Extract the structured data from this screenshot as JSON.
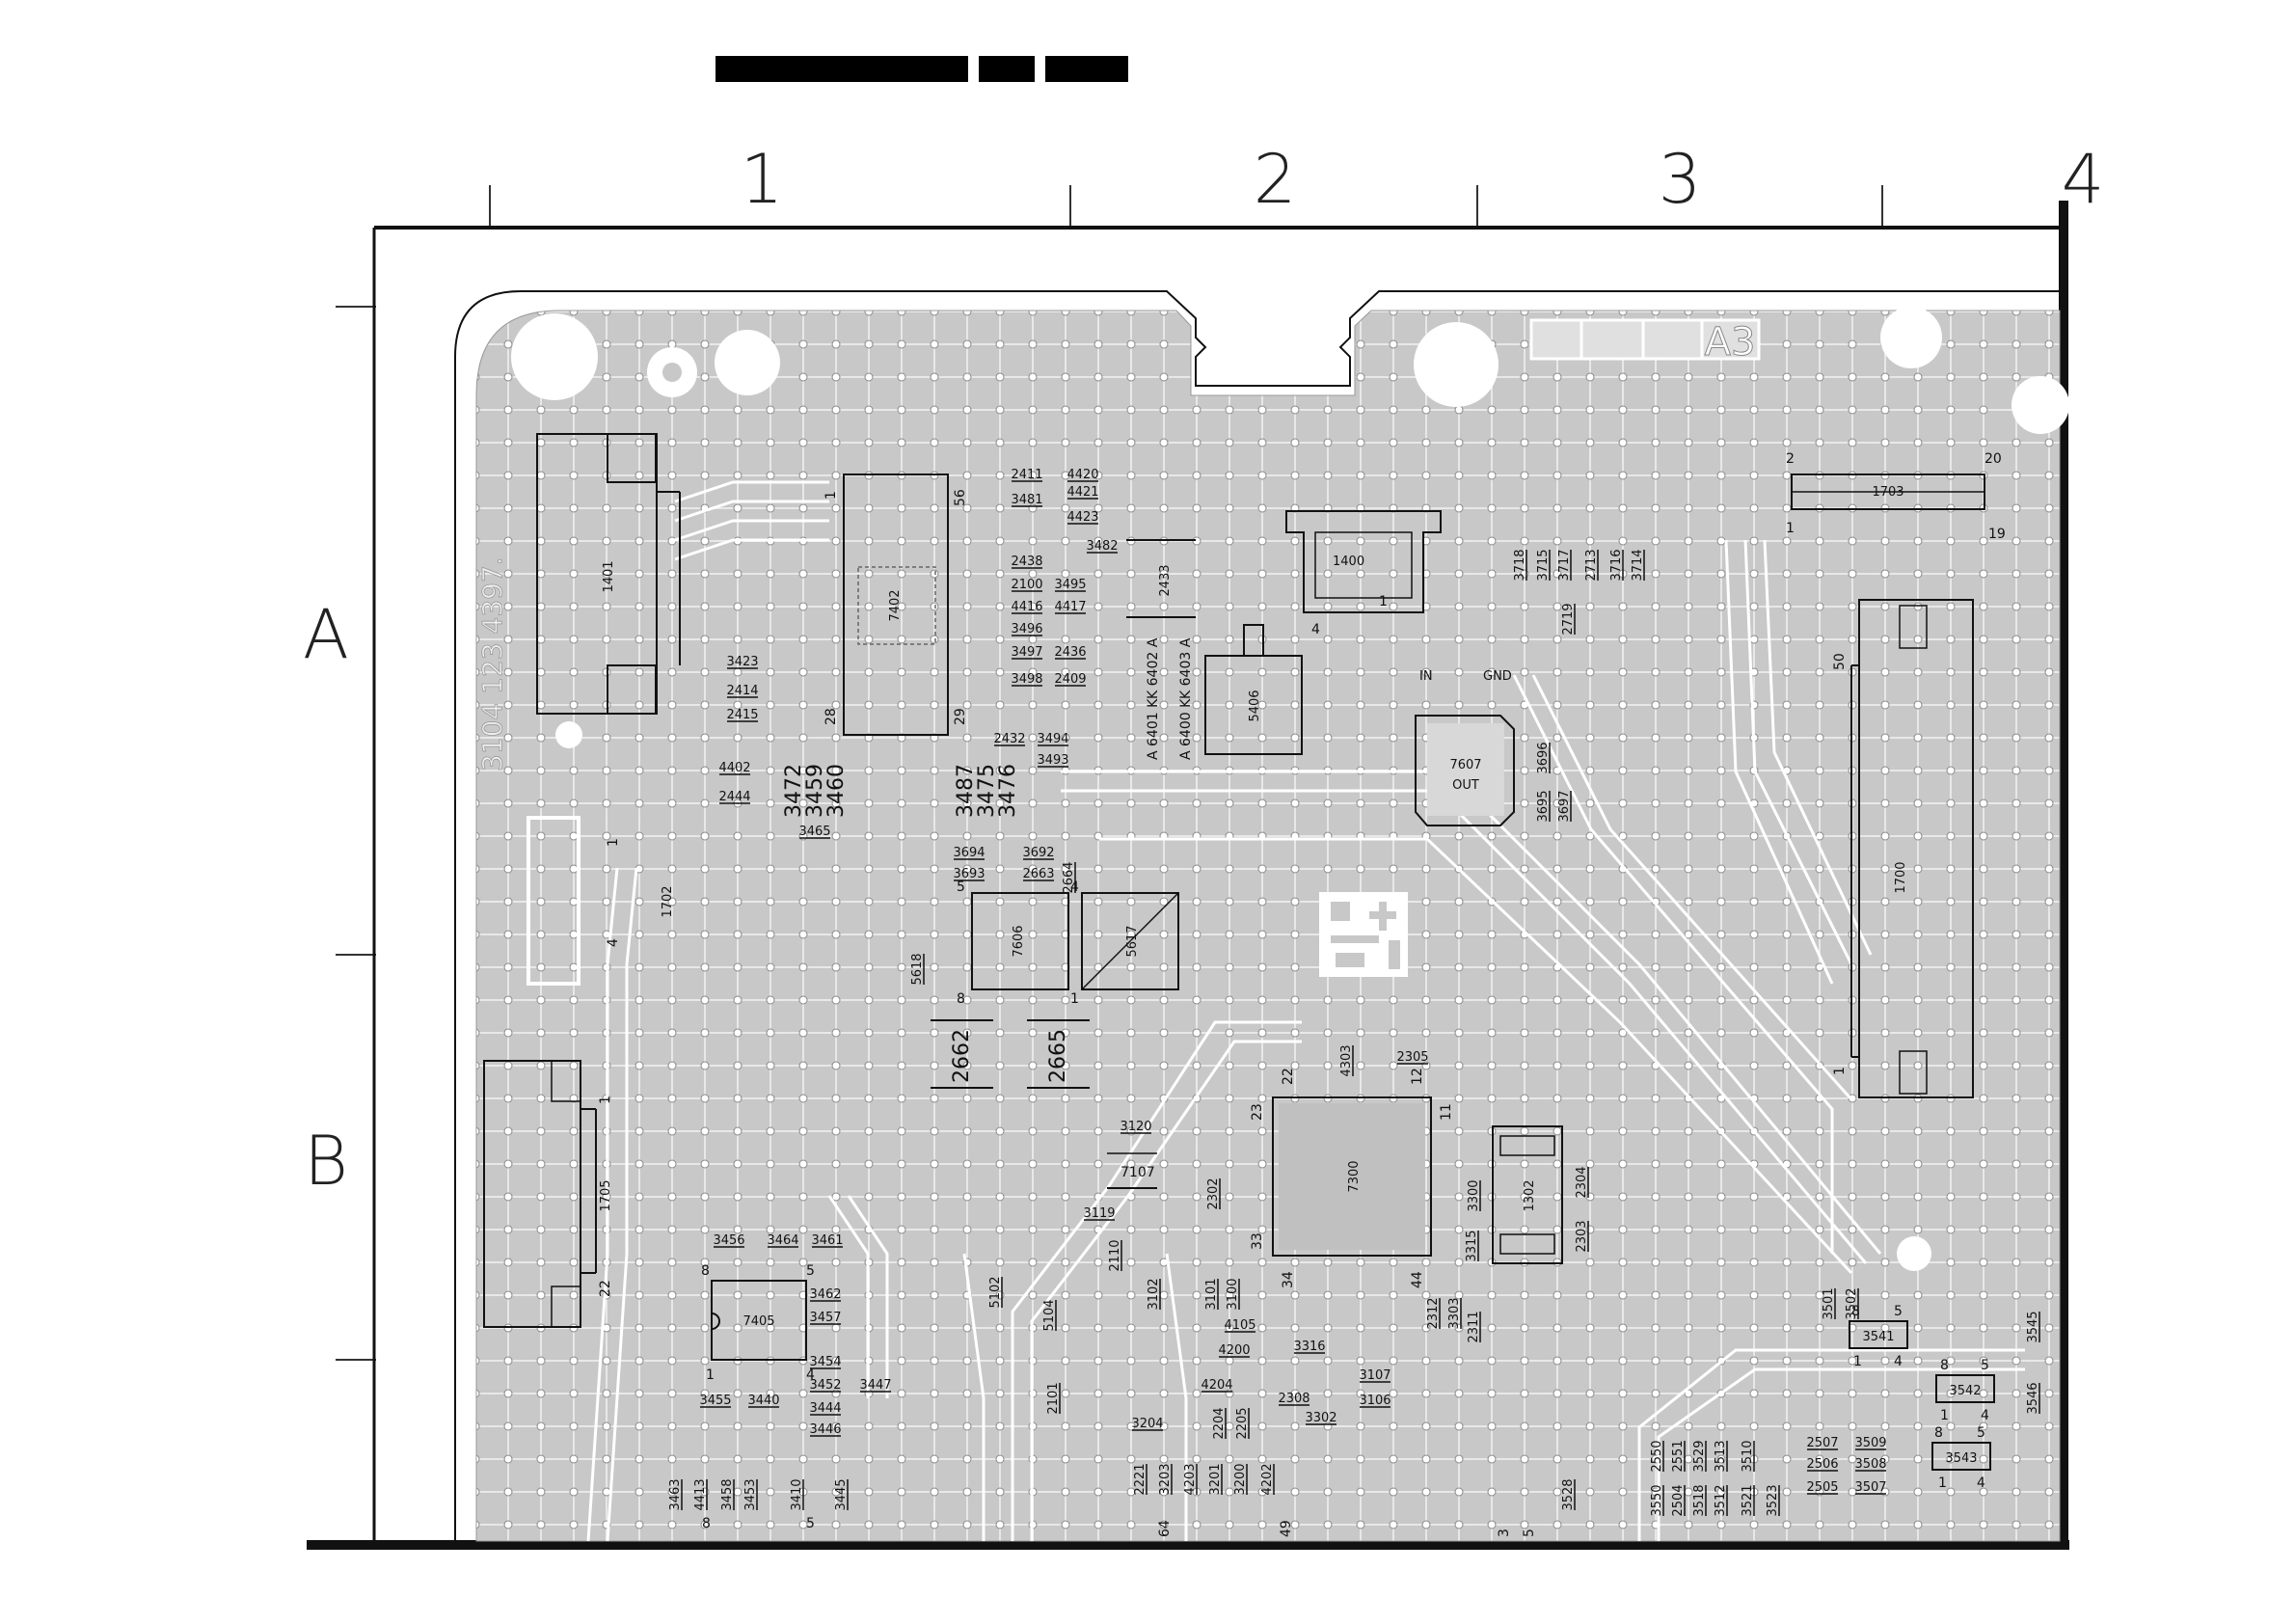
{
  "board": {
    "title_bar": [
      "",
      "",
      ""
    ],
    "board_id": "A3",
    "serial": "3104  123  4397."
  },
  "grid": {
    "columns": [
      "1",
      "2",
      "3",
      "4"
    ],
    "rows": [
      "A",
      "B"
    ]
  },
  "components": {
    "c1401": "1401",
    "c7402": "7402",
    "c1400": "1400",
    "c1703": "1703",
    "c1700": "1700",
    "c5406": "5406",
    "c7607": "7607",
    "c7607_sub": "OUT",
    "c7606": "7606",
    "c5617": "5617",
    "c7300": "7300",
    "c1302": "1302",
    "c7405": "7405",
    "c1705": "1705",
    "c1702": "1702",
    "c3541": "3541",
    "c3542": "3542",
    "c3543": "3543",
    "c2433": "2433",
    "c2662": "2662",
    "c2665": "2665",
    "c3472": "3472",
    "c3459": "3459",
    "c3460": "3460",
    "c3487": "3487",
    "c3475": "3475",
    "c3476": "3476",
    "in_label": "IN",
    "gnd_label": "GND",
    "c7107": "7107"
  },
  "small_parts": [
    "2411",
    "4420",
    "3481",
    "4421",
    "4423",
    "3482",
    "2438",
    "2100",
    "3495",
    "4416",
    "4417",
    "3496",
    "3497",
    "2436",
    "3498",
    "2409",
    "3423",
    "2414",
    "2415",
    "4402",
    "2444",
    "3465",
    "2432",
    "3494",
    "3493",
    "3694",
    "3693",
    "3692",
    "2663",
    "2664",
    "5618",
    "4303",
    "2305",
    "3120",
    "3119",
    "2110",
    "3102",
    "3101",
    "3100",
    "2302",
    "3300",
    "3315",
    "2304",
    "2303",
    "2312",
    "3303",
    "2311",
    "4105",
    "4200",
    "3316",
    "4204",
    "2204",
    "2205",
    "3204",
    "3107",
    "3106",
    "2308",
    "3302",
    "2221",
    "3203",
    "4203",
    "3201",
    "3200",
    "4202",
    "5102",
    "5104",
    "2101",
    "3456",
    "3464",
    "3461",
    "3462",
    "3457",
    "3454",
    "3452",
    "3447",
    "3455",
    "3440",
    "3444",
    "3446",
    "3463",
    "4413",
    "3458",
    "3453",
    "3410",
    "3445",
    "3501",
    "3502",
    "3545",
    "3546",
    "2550",
    "2551",
    "3529",
    "3513",
    "3510",
    "3550",
    "2504",
    "3518",
    "3512",
    "3521",
    "3523",
    "2507",
    "3509",
    "2506",
    "3508",
    "2505",
    "3507",
    "3528",
    "3718",
    "3715",
    "3717",
    "2713",
    "3716",
    "3714",
    "2719",
    "3696",
    "3695",
    "3697"
  ],
  "diodes": {
    "d6402": "K 6402 A",
    "d6403": "K 6403 A",
    "d6401": "A 6401 K",
    "d6400": "A 6400 K"
  },
  "pins": {
    "p56": "56",
    "p1a": "1",
    "p28": "28",
    "p29": "29",
    "p2": "2",
    "p20": "20",
    "p1b": "1",
    "p19": "19",
    "p50": "50",
    "p1c": "1",
    "p4": "4",
    "p1d": "1",
    "p22": "22",
    "p12": "12",
    "p23": "23",
    "p11": "11",
    "p33": "33",
    "p34": "34",
    "p44": "44",
    "p8a": "8",
    "p5a": "5",
    "p1e": "1",
    "p4a": "4",
    "p8b": "8",
    "p5b": "5",
    "p1f": "1",
    "p4b": "4",
    "p8c": "8",
    "p5c": "5",
    "p1g": "1",
    "p4c": "4",
    "p8d": "8",
    "p5d": "5",
    "p1h": "1",
    "p4d": "4",
    "p5e": "5",
    "p4e": "4",
    "p8e": "8",
    "p1i": "1",
    "p22b": "22",
    "p1j": "1",
    "p4f": "4",
    "p1k": "1",
    "p64": "64",
    "p49": "49",
    "p3": "3",
    "p5f": "5",
    "p8f": "8",
    "p5g": "5",
    "p4g": "4"
  },
  "colors": {
    "board_fill": "#c8c8c8",
    "trace": "#ffffff",
    "outline": "#111111"
  }
}
